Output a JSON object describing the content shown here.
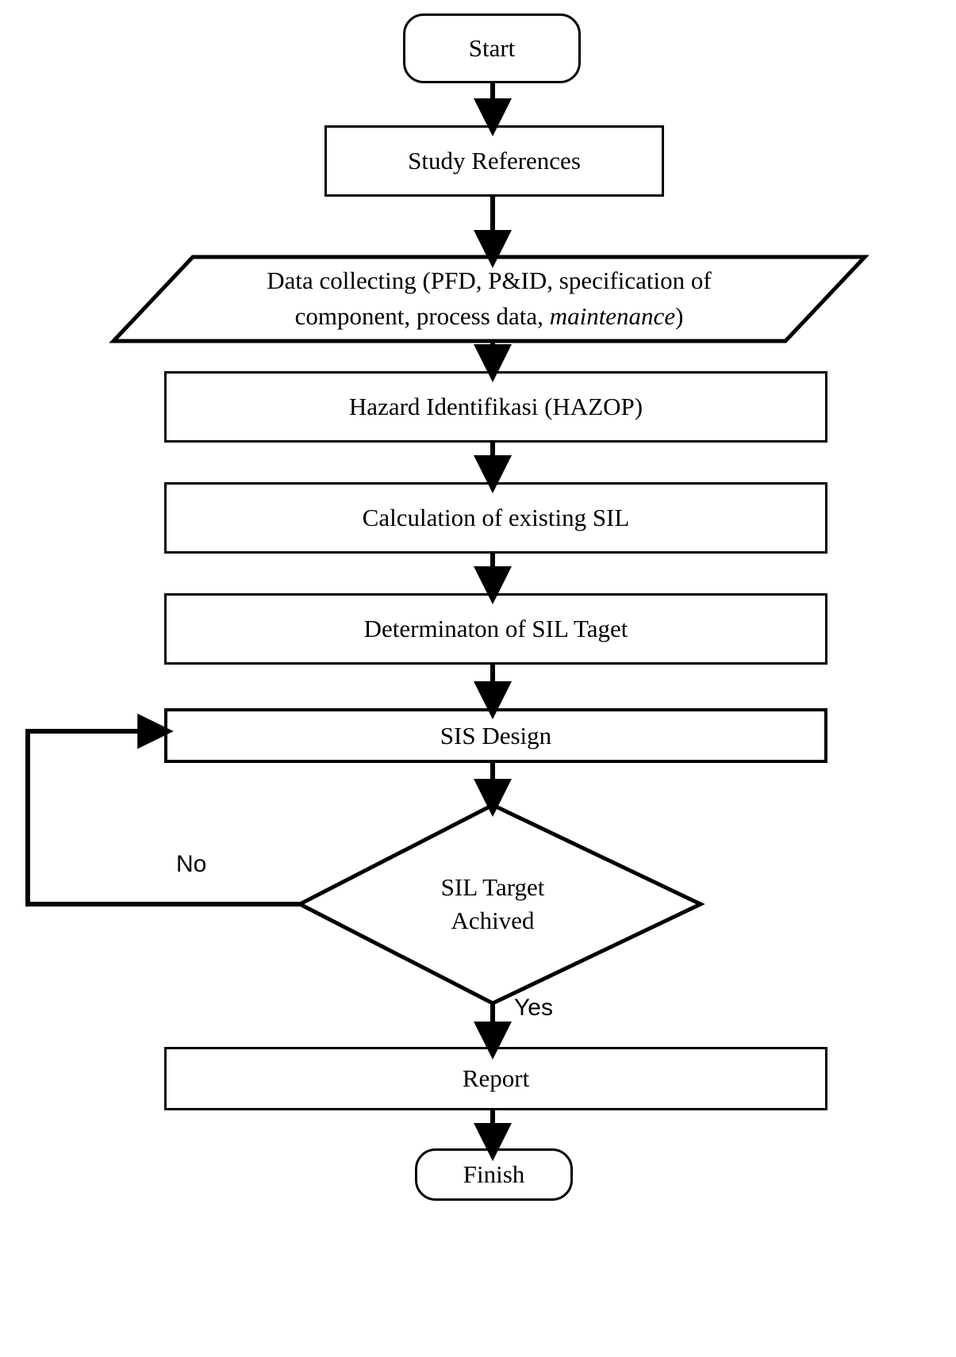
{
  "diagram": {
    "type": "flowchart",
    "title": "SIL assessment and SIS design research methodology flowchart",
    "orientation": "top-to-bottom",
    "background_color": "#ffffff",
    "line_color": "#000000"
  },
  "nodes": [
    {
      "id": "start",
      "shape": "terminator",
      "label": "Start"
    },
    {
      "id": "study",
      "shape": "process",
      "label": "Study References"
    },
    {
      "id": "data",
      "shape": "data",
      "label_line1": "Data collecting (PFD, P&ID, specification of",
      "label_line2_pre": "component, process data, ",
      "label_line2_italic": "maintenance",
      "label_line2_post": ")"
    },
    {
      "id": "hazop",
      "shape": "process",
      "label": "Hazard Identifikasi (HAZOP)"
    },
    {
      "id": "calcsil",
      "shape": "process",
      "label": "Calculation of  existing SIL"
    },
    {
      "id": "siltarget",
      "shape": "process",
      "label": "Determinaton of SIL Taget"
    },
    {
      "id": "sisdesign",
      "shape": "process",
      "label": "SIS Design"
    },
    {
      "id": "decision",
      "shape": "decision",
      "label_line1": "SIL Target",
      "label_line2": "Achived"
    },
    {
      "id": "report",
      "shape": "process",
      "label": "Report"
    },
    {
      "id": "finish",
      "shape": "terminator",
      "label": "Finish"
    }
  ],
  "edge_labels": {
    "no": "No",
    "yes": "Yes"
  },
  "edges": [
    {
      "from": "start",
      "to": "study",
      "label": ""
    },
    {
      "from": "study",
      "to": "data",
      "label": ""
    },
    {
      "from": "data",
      "to": "hazop",
      "label": ""
    },
    {
      "from": "hazop",
      "to": "calcsil",
      "label": ""
    },
    {
      "from": "calcsil",
      "to": "siltarget",
      "label": ""
    },
    {
      "from": "siltarget",
      "to": "sisdesign",
      "label": ""
    },
    {
      "from": "sisdesign",
      "to": "decision",
      "label": ""
    },
    {
      "from": "decision",
      "to": "report",
      "label": "Yes"
    },
    {
      "from": "decision",
      "to": "sisdesign",
      "label": "No"
    },
    {
      "from": "report",
      "to": "finish",
      "label": ""
    }
  ]
}
